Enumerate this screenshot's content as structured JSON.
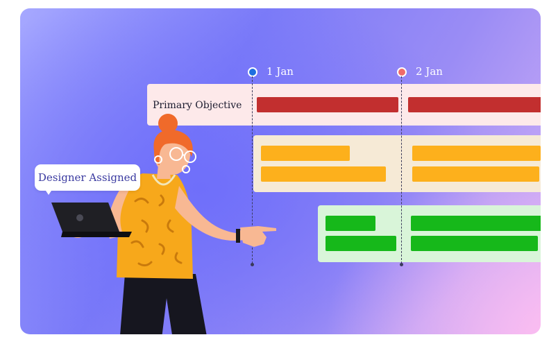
{
  "timeline": {
    "dates": [
      {
        "label": "1 Jan",
        "marker_color": "#1f6fe0"
      },
      {
        "label": "2 Jan",
        "marker_color": "#f06a6a"
      }
    ]
  },
  "rows": {
    "primary": {
      "label": "Primary Objective",
      "bg_color": "#fde9ea",
      "bar_color": "#c22f2f"
    },
    "secondary": {
      "bg_color": "#f6ead6",
      "bar_color": "#fdb01c"
    },
    "tertiary": {
      "bg_color": "#d9f5d9",
      "bar_color": "#16b81a"
    }
  },
  "callout": {
    "text": "Designer Assigned",
    "text_color": "#3a3aa0"
  },
  "illustration": {
    "subject": "woman-with-laptop-pointing",
    "shirt_color": "#f7a81b",
    "hair_color": "#f06a2a"
  }
}
